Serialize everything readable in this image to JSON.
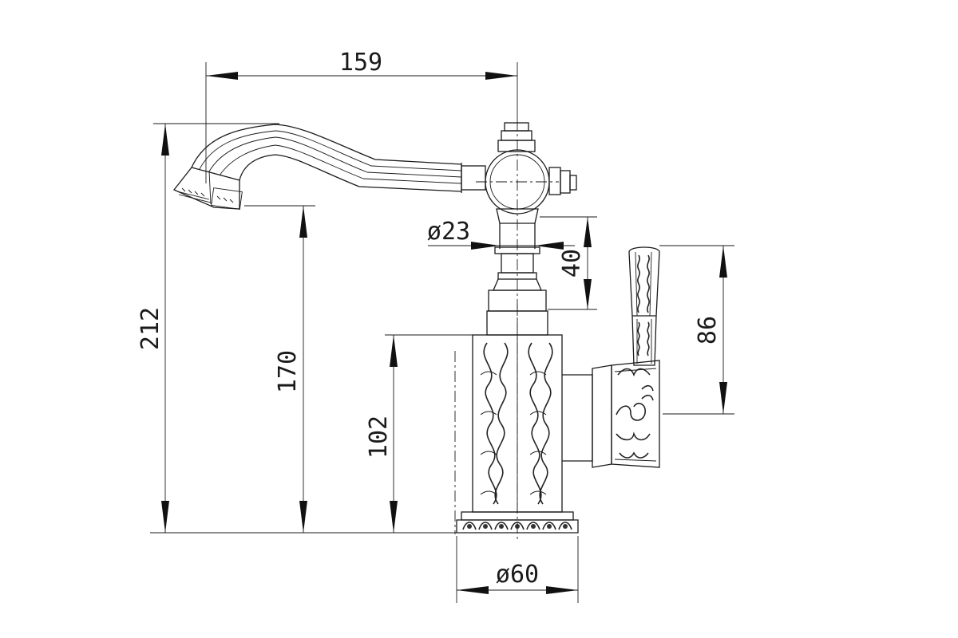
{
  "drawing": {
    "subject": "faucet",
    "line_color": "#1a1a1a",
    "background": "#ffffff"
  },
  "dimensions": {
    "spout_reach": "159",
    "total_height": "212",
    "spout_outlet_height": "170",
    "column_diameter": "ø23",
    "column_height": "40",
    "handle_length": "86",
    "body_height": "102",
    "base_diameter": "ø60"
  }
}
